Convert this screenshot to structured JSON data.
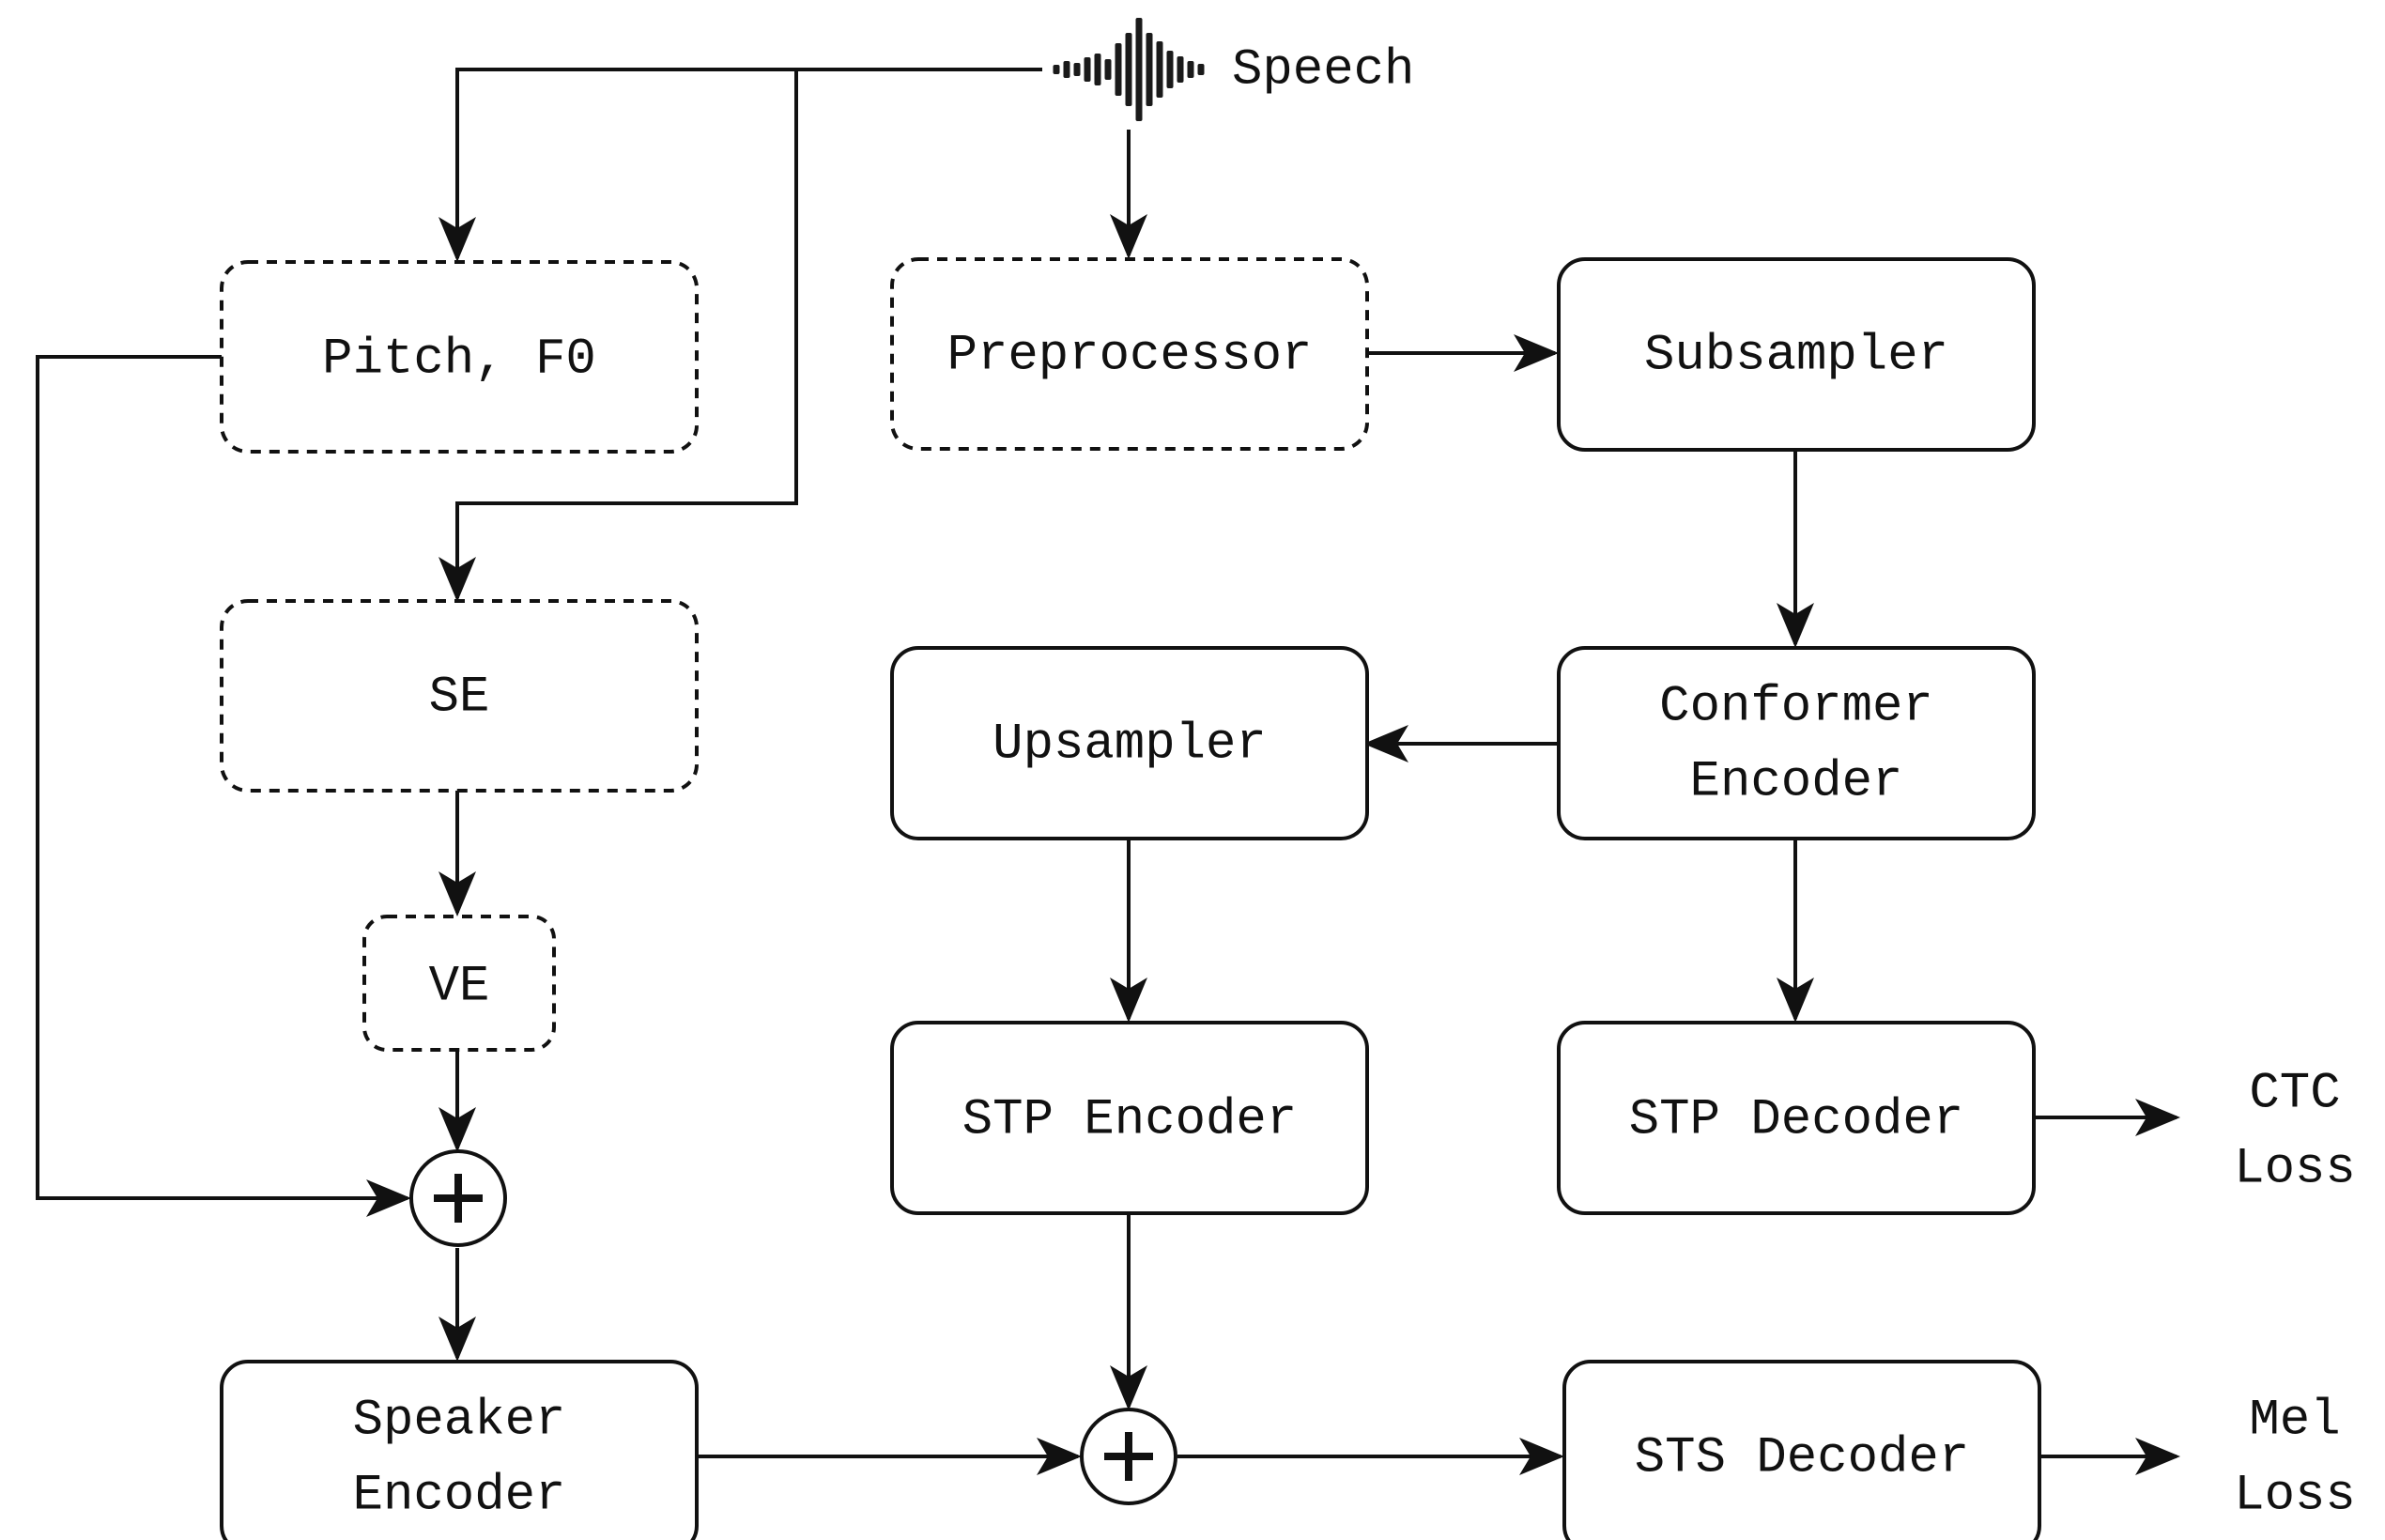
{
  "speech": {
    "label": "Speech"
  },
  "nodes": {
    "pitch": "Pitch, F0",
    "preprocessor": "Preprocessor",
    "subsampler": "Subsampler",
    "se": "SE",
    "upsampler": "Upsampler",
    "conformer": [
      "Conformer",
      "Encoder"
    ],
    "ve": "VE",
    "stp_encoder": "STP Encoder",
    "stp_decoder": "STP Decoder",
    "speaker_encoder": [
      "Speaker",
      "Encoder"
    ],
    "sts_decoder": "STS Decoder"
  },
  "outputs": {
    "ctc": [
      "CTC",
      "Loss"
    ],
    "mel": [
      "Mel",
      "Loss"
    ]
  }
}
